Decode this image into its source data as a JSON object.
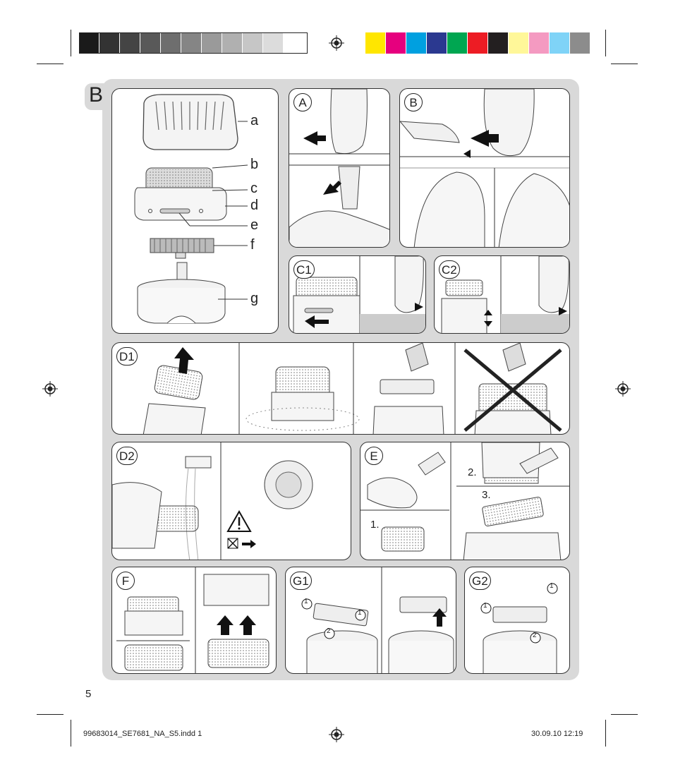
{
  "color_bar_left": [
    "#1a1a1a",
    "#333333",
    "#444444",
    "#595959",
    "#6e6e6e",
    "#858585",
    "#9a9a9a",
    "#b0b0b0",
    "#c6c6c6",
    "#dcdcdc",
    "#ffffff"
  ],
  "color_bar_right": [
    "#ffe600",
    "#e6007e",
    "#00a0e0",
    "#2b3990",
    "#00a651",
    "#ed1c24",
    "#231f20",
    "#fff799",
    "#f49ac1",
    "#7fd3f7",
    "#8c8c8c"
  ],
  "section_letter": "B",
  "parts": {
    "a": "a",
    "b": "b",
    "c": "c",
    "d": "d",
    "e": "e",
    "f": "f",
    "g": "g"
  },
  "panels": {
    "A": "A",
    "B": "B",
    "C1": "C1",
    "C2": "C2",
    "D1": "D1",
    "D2": "D2",
    "E": "E",
    "F": "F",
    "G1": "G1",
    "G2": "G2"
  },
  "steps": {
    "e1": "1.",
    "e2": "2.",
    "e3": "3.",
    "one": "1",
    "two": "2"
  },
  "page_number": "5",
  "footer": {
    "file": "99683014_SE7681_NA_S5.indd   1",
    "date": "30.09.10   12:19"
  },
  "colors": {
    "sheet": "#d9d9d9",
    "line": "#333333"
  }
}
